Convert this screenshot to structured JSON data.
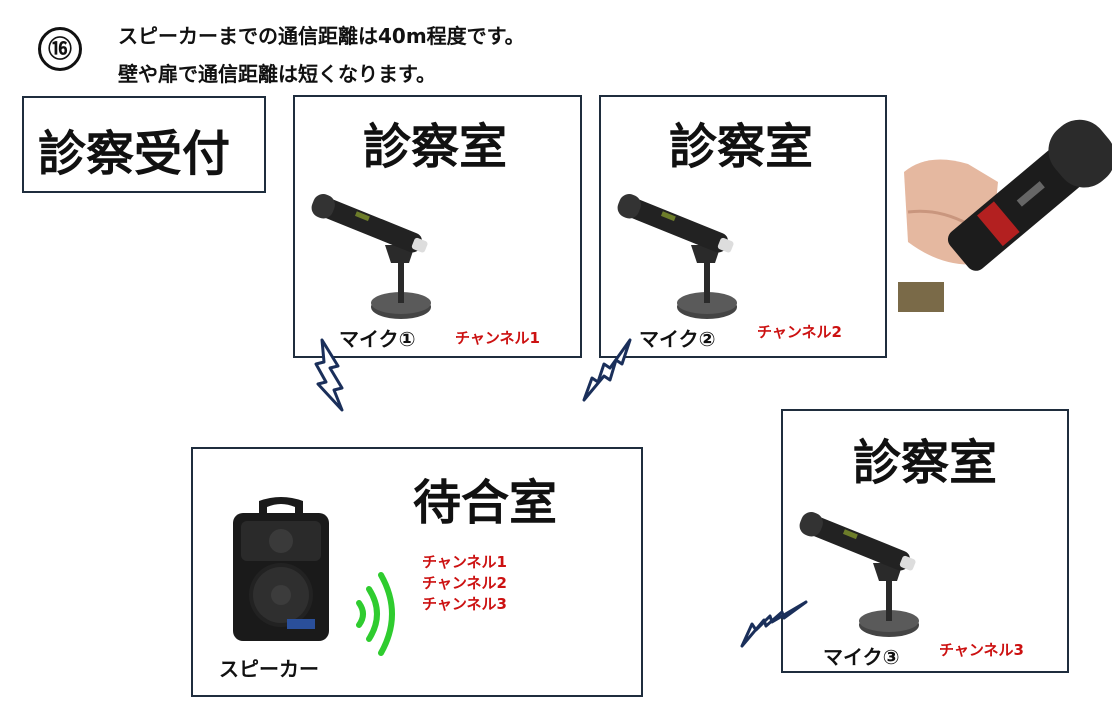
{
  "step": {
    "number": "⑯"
  },
  "notes": [
    "スピーカーまでの通信距離は40m程度です。",
    "壁や扉で通信距離は短くなります。"
  ],
  "reception": {
    "title": "診察受付"
  },
  "room1": {
    "title": "診察室",
    "mic_label": "マイク①",
    "channel": "チャンネル1"
  },
  "room2": {
    "title": "診察室",
    "mic_label": "マイク②",
    "channel": "チャンネル2"
  },
  "room3": {
    "title": "診察室",
    "mic_label": "マイク③",
    "channel": "チャンネル3"
  },
  "waiting": {
    "title": "待合室",
    "speaker_label": "スピーカー",
    "channels": [
      "チャンネル1",
      "チャンネル2",
      "チャンネル3"
    ]
  },
  "colors": {
    "border": "#1f2d3d",
    "channel_text": "#cc1111",
    "signal_wave": "#2fcc2f",
    "lightning": "#1a2f5a"
  },
  "icons": [
    "step-number-icon",
    "microphone-icon",
    "speaker-icon",
    "lightning-icon",
    "signal-wave-icon",
    "handheld-microphone-icon"
  ]
}
